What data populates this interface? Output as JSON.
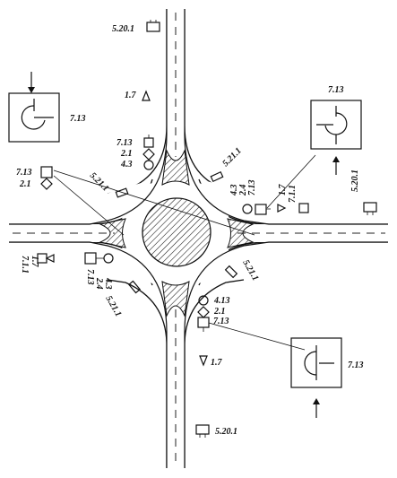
{
  "sign_codes": {
    "c_5_20_1": "5.20.1",
    "c_5_21_1": "5.21.1",
    "c_1_7": "1.7",
    "c_7_13": "7.13",
    "c_7_1_1": "7.1.1",
    "c_2_1": "2.1",
    "c_2_4": "2.4",
    "c_4_3": "4.3",
    "c_4_13": "4.13"
  },
  "colors": {
    "ink": "#111111",
    "background": "#ffffff"
  },
  "icons": [
    "arrow-down-icon",
    "arrow-up-icon",
    "roundabout-plate-icon",
    "triangle-warning-icon",
    "diamond-icon",
    "circle-sign-icon"
  ]
}
